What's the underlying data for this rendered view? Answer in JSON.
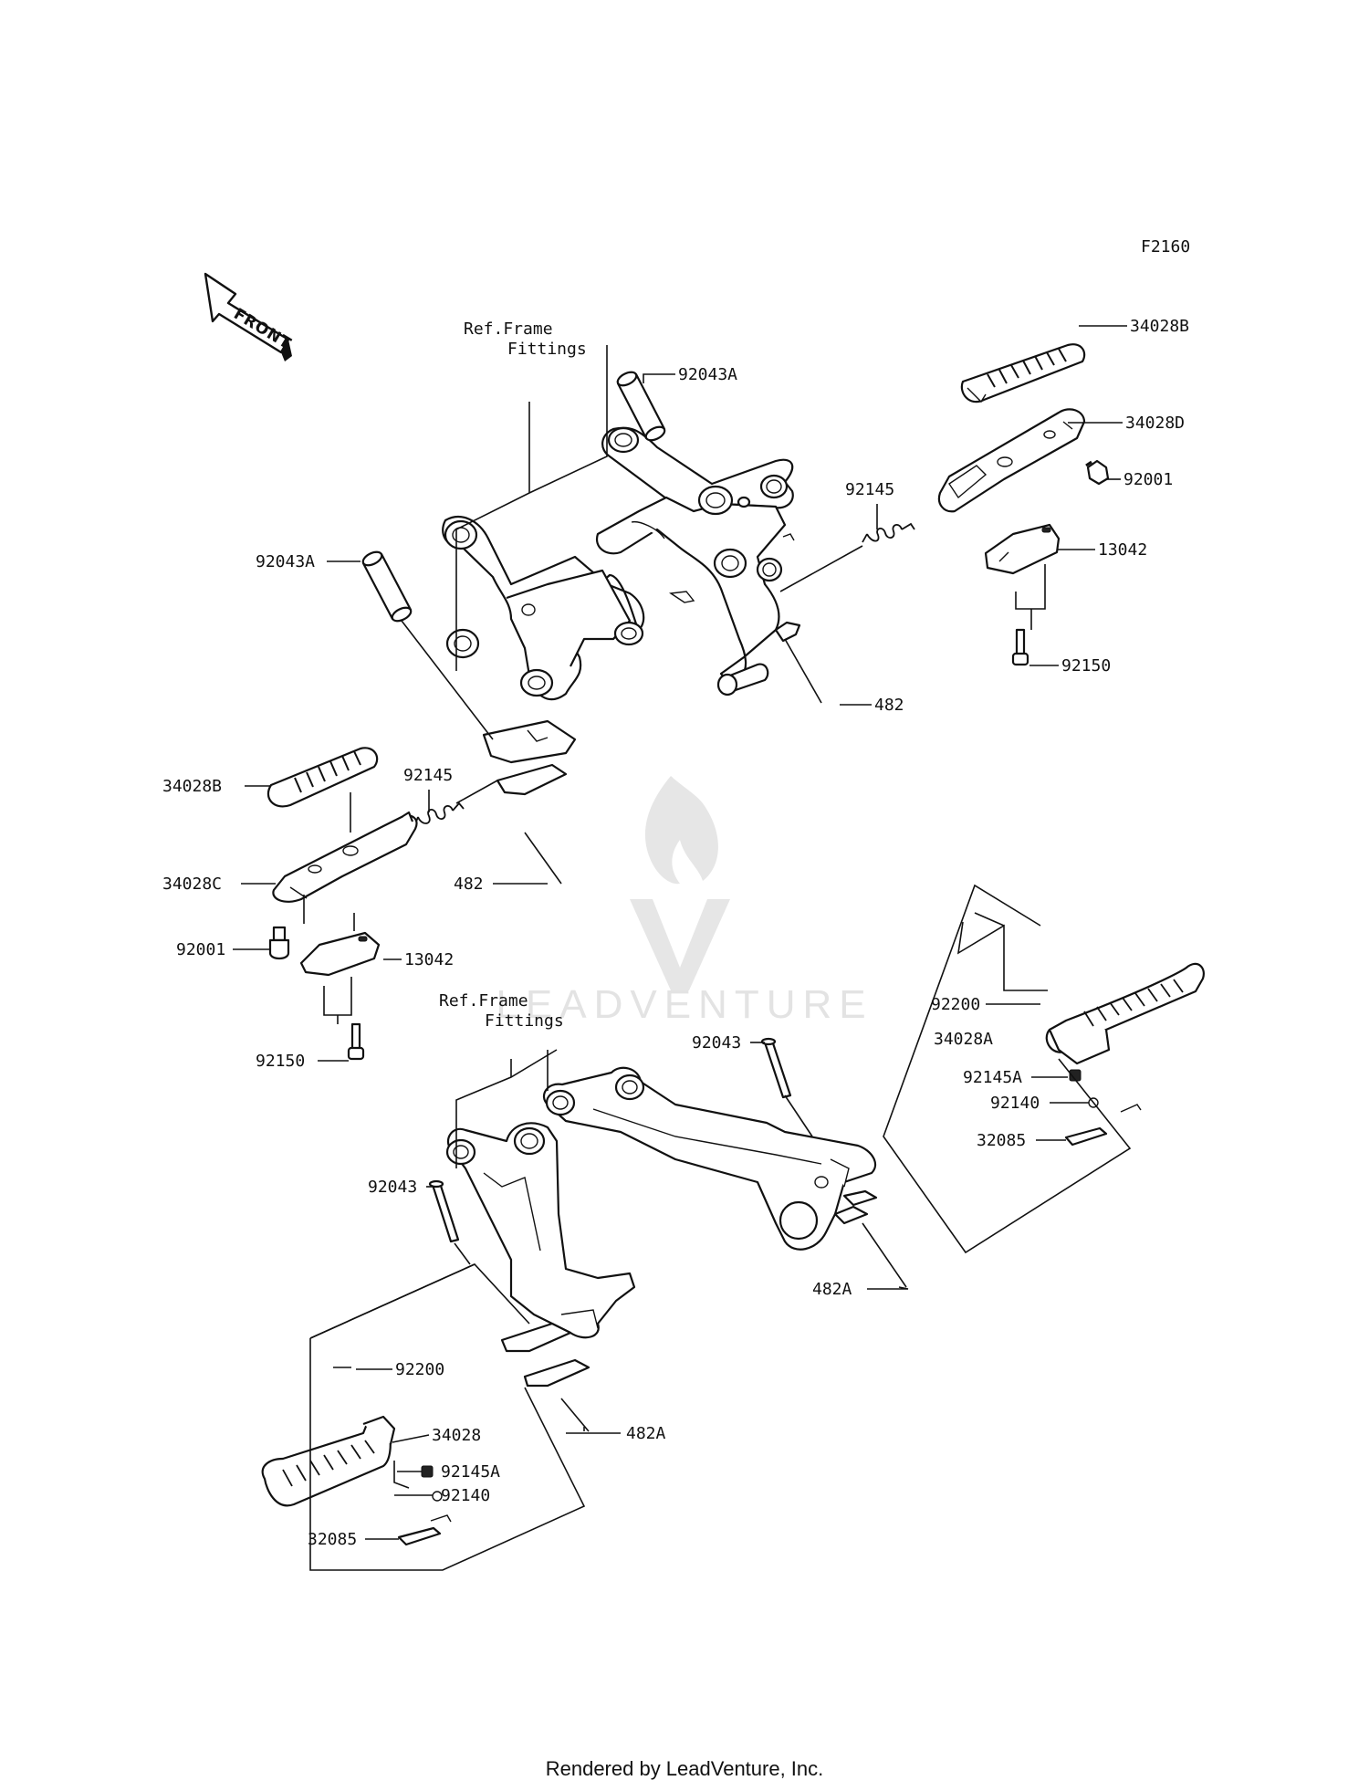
{
  "diagram_id": "F2160",
  "front_label": "FRONT",
  "ref_frame_1": {
    "line1": "Ref.Frame",
    "line2": "Fittings"
  },
  "ref_frame_2": {
    "line1": "Ref.Frame",
    "line2": "Fittings"
  },
  "watermark_text": "LEADVENTURE",
  "footer": "Rendered by LeadVenture, Inc.",
  "labels": {
    "p34028B_r": "34028B",
    "p34028D": "34028D",
    "p92001_r": "92001",
    "p13042_r": "13042",
    "p92150_r": "92150",
    "p482_r": "482",
    "p92145_r": "92145",
    "p92043A_r": "92043A",
    "p92043A_l": "92043A",
    "p34028B_l": "34028B",
    "p92145_l": "92145",
    "p34028C": "34028C",
    "p482_l": "482",
    "p92001_l": "92001",
    "p13042_l": "13042",
    "p92150_l": "92150",
    "p92200_r": "92200",
    "p34028A": "34028A",
    "p92145A_r": "92145A",
    "p92140_r": "92140",
    "p32085_r": "32085",
    "p92043_r": "92043",
    "p92043_l": "92043",
    "p482A_r": "482A",
    "p92200_l": "92200",
    "p34028": "34028",
    "p92145A_l": "92145A",
    "p92140_l": "92140",
    "p32085_l": "32085",
    "p482A_l": "482A"
  }
}
